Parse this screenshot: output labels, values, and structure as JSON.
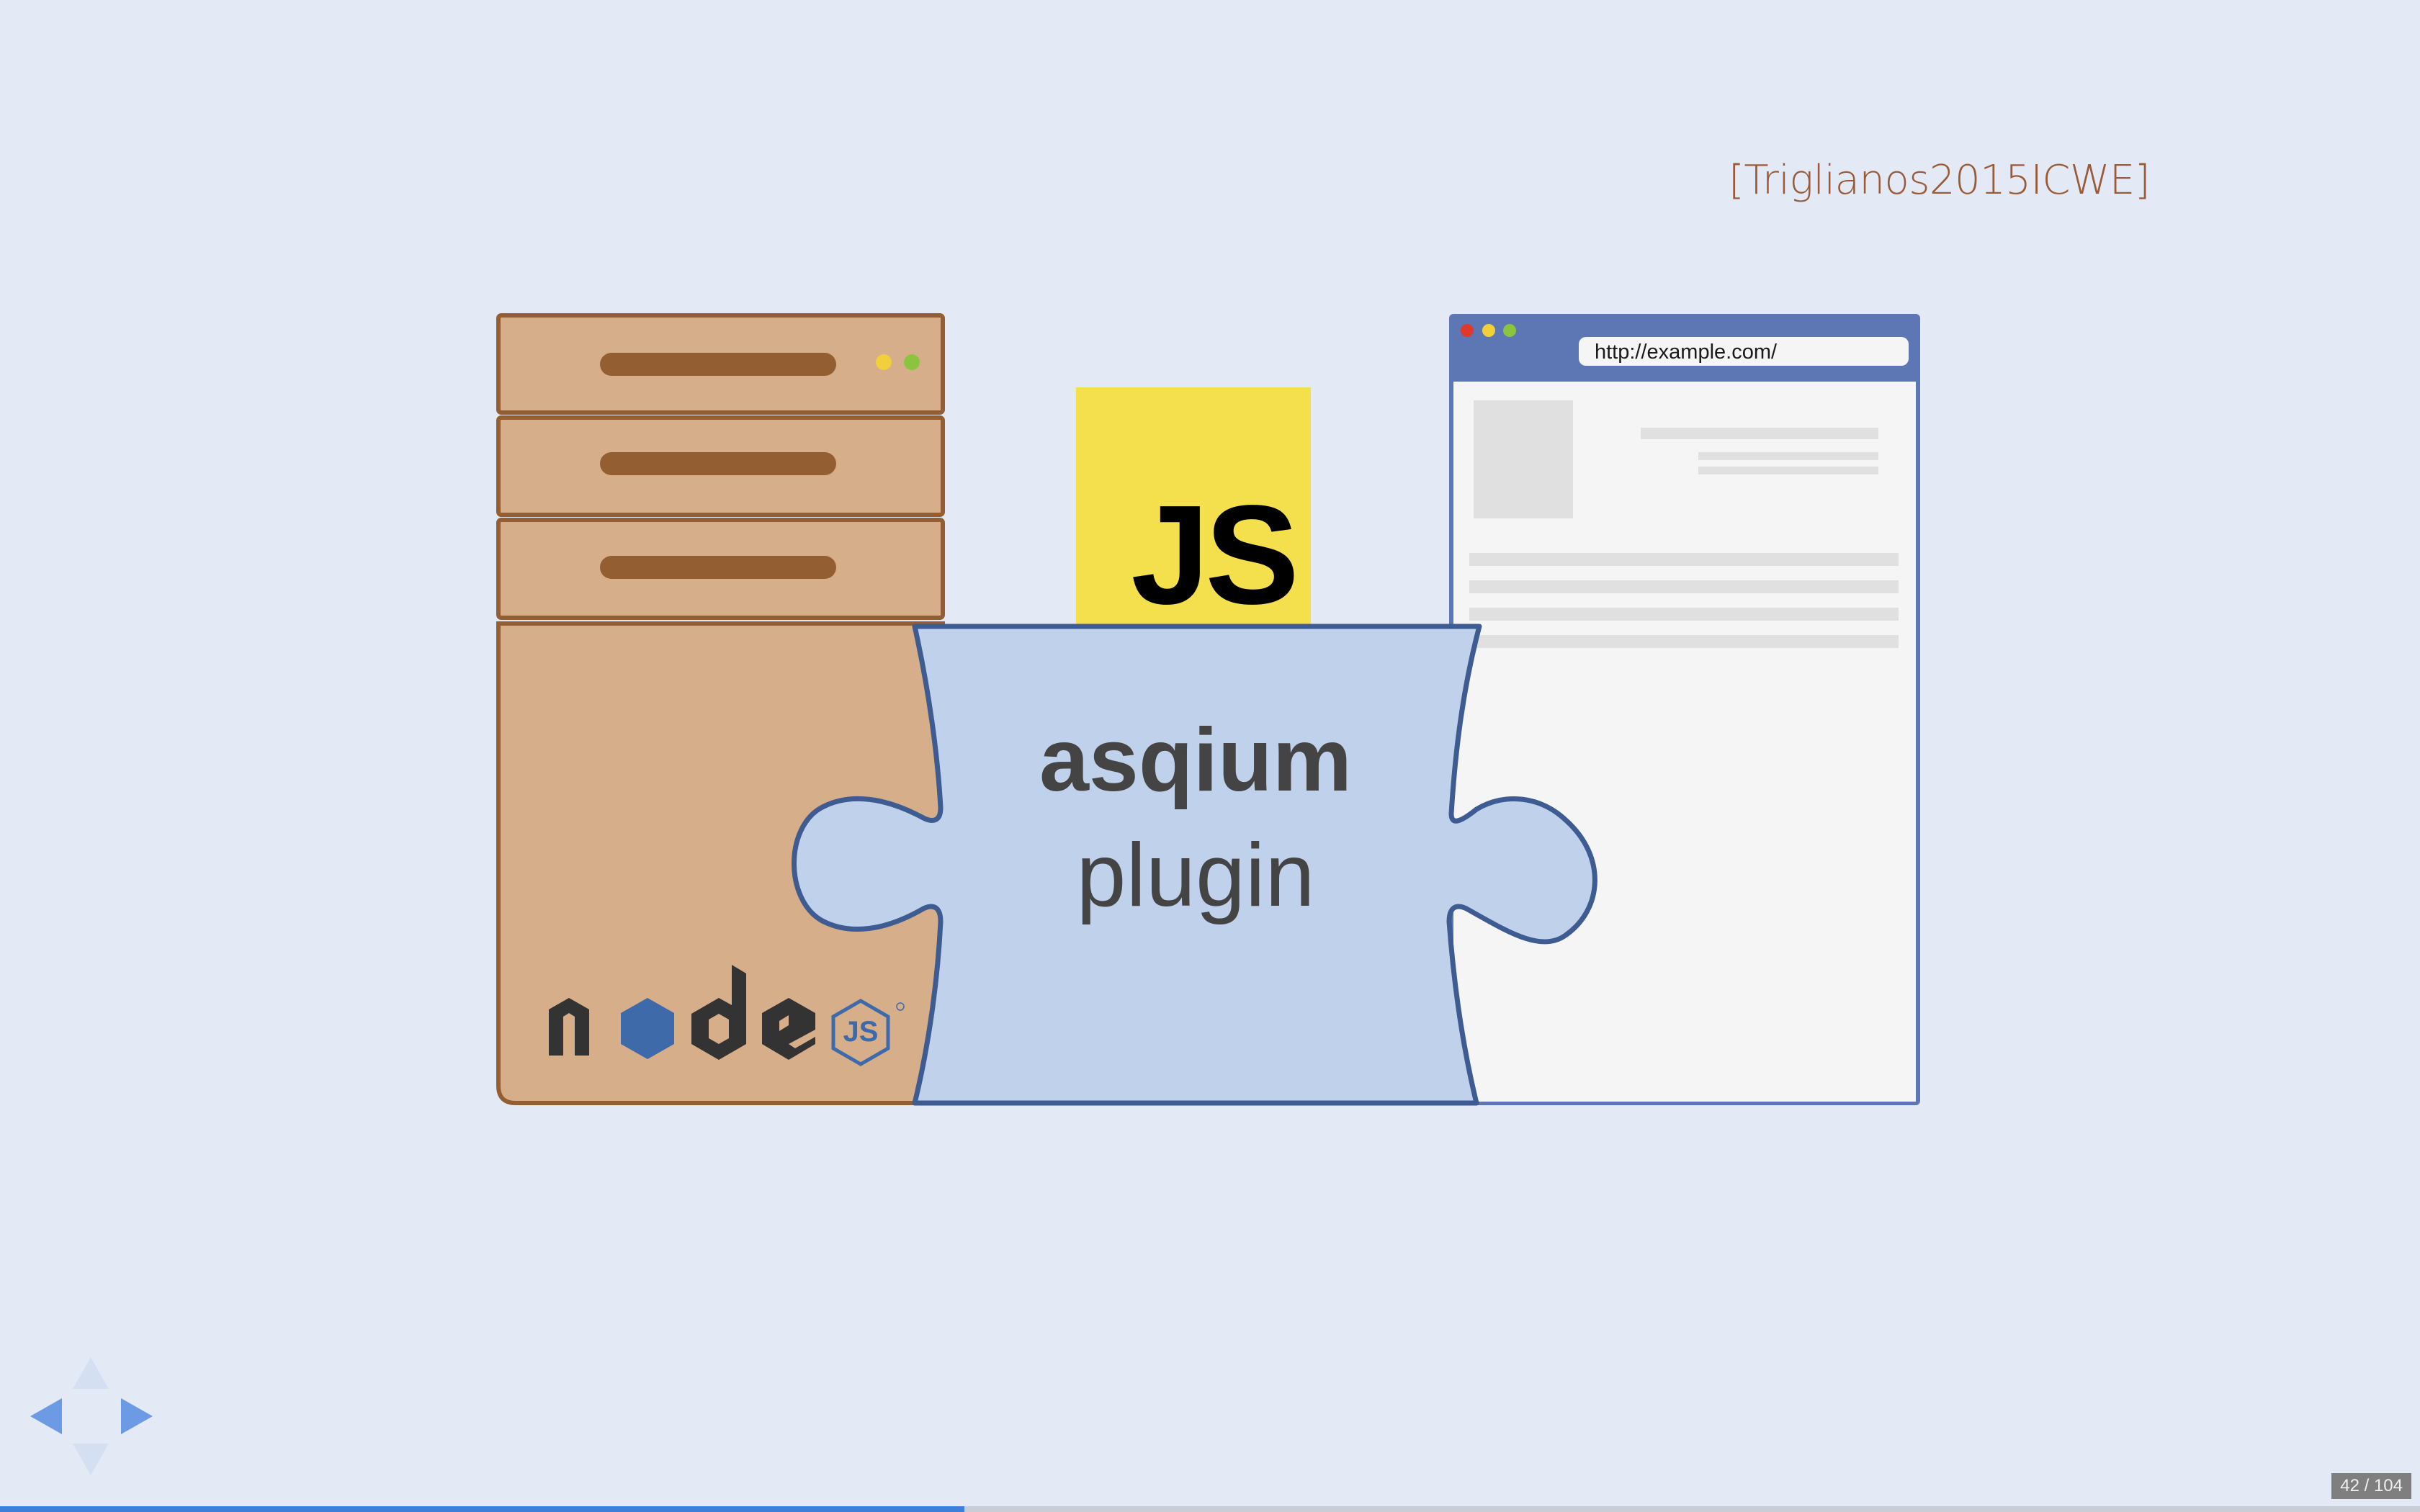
{
  "citation": "[Triglianos2015ICWE]",
  "js_logo": {
    "text": "JS"
  },
  "browser": {
    "url": "http://example.com/"
  },
  "puzzle": {
    "line1": "asqium",
    "line2": "plugin"
  },
  "nodejs_logo": {
    "letters": [
      "n",
      "o",
      "d",
      "e"
    ],
    "badge": "JS"
  },
  "navigation": {
    "left": "previous-slide",
    "right": "next-slide",
    "up": "up",
    "down": "down"
  },
  "slide_counter": {
    "current": 42,
    "total": 104,
    "text": "42 / 104"
  },
  "progress": 0.3985,
  "colors": {
    "background": "#e4eaf5",
    "server_fill": "#d6ae8a",
    "server_stroke": "#935f32",
    "puzzle_fill": "#c0d1ec",
    "puzzle_stroke": "#3e5c92",
    "browser_bar": "#5d76b4",
    "js_yellow": "#f4df4d",
    "citation": "#9a5a38"
  }
}
